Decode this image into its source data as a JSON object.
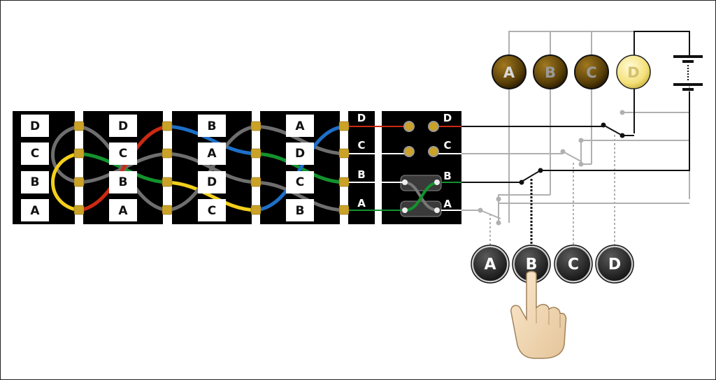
{
  "reflector": {
    "labels": [
      "D",
      "C",
      "B",
      "A"
    ]
  },
  "rotors": [
    {
      "labels": [
        "D",
        "C",
        "B",
        "A"
      ]
    },
    {
      "labels": [
        "B",
        "A",
        "D",
        "C"
      ]
    },
    {
      "labels": [
        "A",
        "D",
        "C",
        "B"
      ]
    }
  ],
  "entry": {
    "labels": [
      "D",
      "C",
      "B",
      "A"
    ]
  },
  "plugboard": {
    "labels": [
      "D",
      "C",
      "B",
      "A"
    ]
  },
  "lamps": [
    {
      "label": "A",
      "lit": false
    },
    {
      "label": "B",
      "lit": false
    },
    {
      "label": "C",
      "lit": false
    },
    {
      "label": "D",
      "lit": true
    }
  ],
  "keys": [
    {
      "label": "A",
      "pressed": false
    },
    {
      "label": "B",
      "pressed": true
    },
    {
      "label": "C",
      "pressed": false
    },
    {
      "label": "D",
      "pressed": false
    }
  ],
  "colors": {
    "red": "#cc2a12",
    "green": "#13922e",
    "blue": "#1e6fc8",
    "yellow": "#f2cf1c",
    "gray": "#6e6e6e",
    "brass": "#c9a227"
  }
}
